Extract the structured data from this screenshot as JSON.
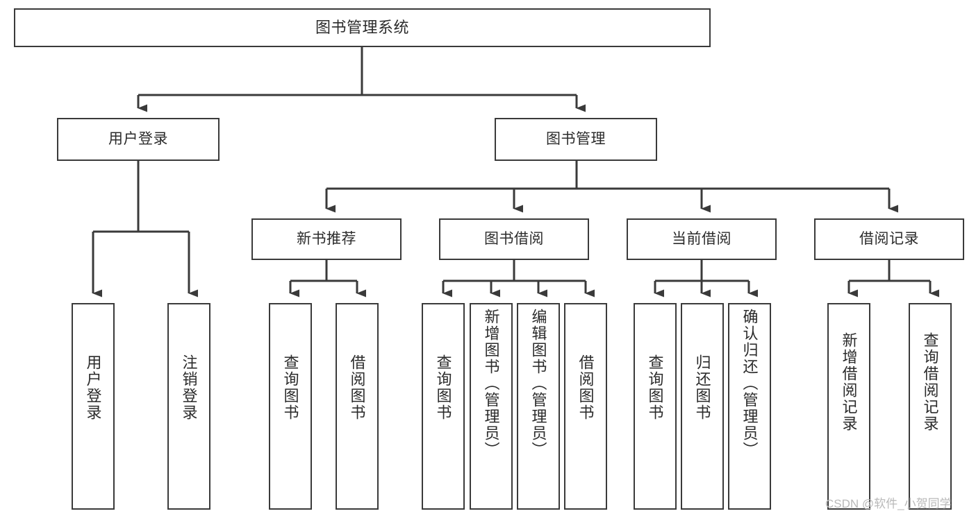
{
  "diagram": {
    "type": "hierarchy-tree",
    "title": "图书管理系统",
    "watermark": "CSDN @软件_小贺同学",
    "colors": {
      "box_border": "#3a3a3a",
      "connector": "#3a3a3a",
      "background": "#ffffff",
      "text": "#2b2b2b",
      "watermark": "#b9b9b9"
    },
    "root": {
      "label": "图书管理系统"
    },
    "level2": [
      {
        "id": "user-login",
        "label": "用户登录"
      },
      {
        "id": "book-management",
        "label": "图书管理"
      }
    ],
    "level3": [
      {
        "id": "new-book-recommend",
        "label": "新书推荐",
        "parent": "book-management"
      },
      {
        "id": "book-borrow",
        "label": "图书借阅",
        "parent": "book-management"
      },
      {
        "id": "current-borrow",
        "label": "当前借阅",
        "parent": "book-management"
      },
      {
        "id": "borrow-record",
        "label": "借阅记录",
        "parent": "book-management"
      }
    ],
    "leaves": [
      {
        "id": "leaf-user-login",
        "label": "用户登录",
        "parent": "user-login"
      },
      {
        "id": "leaf-logout",
        "label": "注销登录",
        "parent": "user-login"
      },
      {
        "id": "leaf-query-book-1",
        "label": "查询图书",
        "parent": "new-book-recommend"
      },
      {
        "id": "leaf-borrow-book-1",
        "label": "借阅图书",
        "parent": "new-book-recommend"
      },
      {
        "id": "leaf-query-book-2",
        "label": "查询图书",
        "parent": "book-borrow"
      },
      {
        "id": "leaf-add-book",
        "label": "新增图书（管理员）",
        "parent": "book-borrow"
      },
      {
        "id": "leaf-edit-book",
        "label": "编辑图书（管理员）",
        "parent": "book-borrow"
      },
      {
        "id": "leaf-borrow-book-2",
        "label": "借阅图书",
        "parent": "book-borrow"
      },
      {
        "id": "leaf-query-book-3",
        "label": "查询图书",
        "parent": "current-borrow"
      },
      {
        "id": "leaf-return-book",
        "label": "归还图书",
        "parent": "current-borrow"
      },
      {
        "id": "leaf-confirm-return",
        "label": "确认归还（管理员）",
        "parent": "current-borrow"
      },
      {
        "id": "leaf-add-record",
        "label": "新增借阅记录",
        "parent": "borrow-record"
      },
      {
        "id": "leaf-query-record",
        "label": "查询借阅记录",
        "parent": "borrow-record"
      }
    ]
  }
}
